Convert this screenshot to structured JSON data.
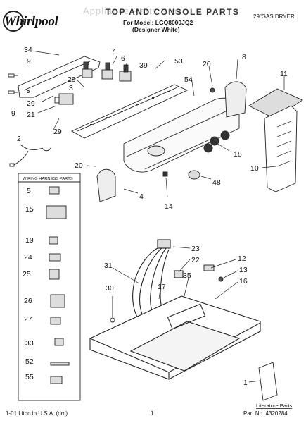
{
  "header": {
    "brand": "Whirlpool",
    "title": "TOP AND CONSOLE PARTS",
    "model_line": "For Model: LGQ8000JQ2",
    "variant_line": "(Designer White)",
    "dryer_type": "29\"GAS DRYER",
    "watermark": "Appliance Parts Pros"
  },
  "footer": {
    "left": "1-01 Litho in U.S.A. (drc)",
    "center": "1",
    "right": "Part No. 4320284"
  },
  "harness_box": {
    "title": "WIRING HARNESS PARTS",
    "items": [
      "5",
      "15",
      "19",
      "24",
      "25",
      "26",
      "27",
      "33",
      "52",
      "55"
    ]
  },
  "callouts": {
    "c34": "34",
    "c9a": "9",
    "c9b": "9",
    "c7": "7",
    "c6": "6",
    "c39": "39",
    "c53": "53",
    "c8": "8",
    "c20a": "20",
    "c11": "11",
    "c29a": "29",
    "c29b": "29",
    "c29c": "29",
    "c3": "3",
    "c21": "21",
    "c54": "54",
    "c2": "2",
    "c18": "18",
    "c10": "10",
    "c20b": "20",
    "c4": "4",
    "c14": "14",
    "c48": "48",
    "c23": "23",
    "c22": "22",
    "c31": "31",
    "c17": "17",
    "c35": "35",
    "c12": "12",
    "c13": "13",
    "c16": "16",
    "c30": "30",
    "c1": "1"
  },
  "literature_label": "Literature Parts"
}
